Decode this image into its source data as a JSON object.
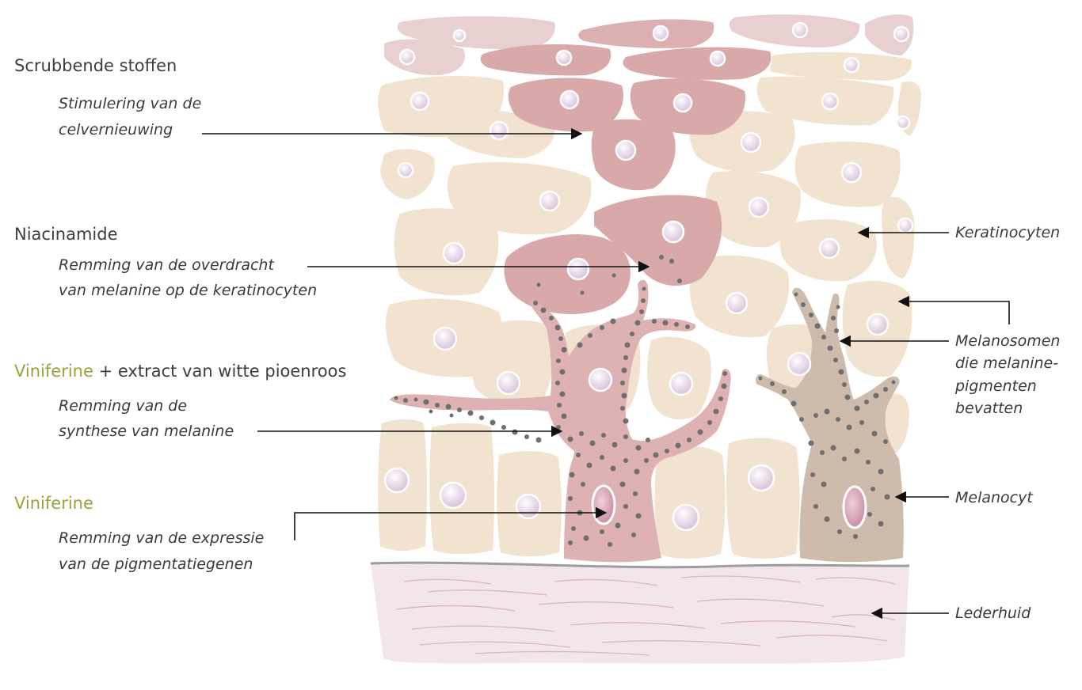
{
  "left_labels": {
    "scrubbing": {
      "title": "Scrubbende stoffen",
      "line1": "Stimulering van de",
      "line2": "celvernieuwing"
    },
    "niacinamide": {
      "title": "Niacinamide",
      "line1": "Remming van de overdracht",
      "line2": "van melanine op de keratinocyten"
    },
    "viniferine_peony": {
      "title_green": "Viniferine",
      "title_rest": " + extract van witte pioenroos",
      "line1": "Remming van de",
      "line2": "synthese van melanine"
    },
    "viniferine": {
      "title": "Viniferine",
      "line1": "Remming van de expressie",
      "line2": "van de pigmentatiegenen"
    }
  },
  "right_labels": {
    "keratinocytes": "Keratinocyten",
    "melanosomes": [
      "Melanosomen",
      "die melanine-",
      "pigmenten",
      "bevatten"
    ],
    "melanocyte": "Melanocyt",
    "dermis": "Lederhuid"
  },
  "colors": {
    "accent_green": "#9aa33a",
    "cell_cream": "#f1e3d0",
    "cell_pink": "#d9a9a9",
    "cell_pink_light": "#e8cfd0",
    "melanocyte_pink": "#deb2b2",
    "melanocyte_beige": "#cdbcab",
    "dermis": "#f3e6ea",
    "melanosome": "#6f6f6f",
    "nucleus": "#e6d6e6"
  }
}
